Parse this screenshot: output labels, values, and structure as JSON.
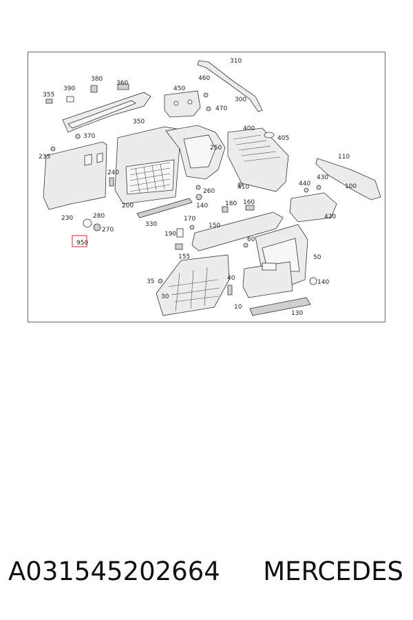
{
  "diagram": {
    "callouts": [
      "310",
      "380",
      "360",
      "390",
      "355",
      "450",
      "460",
      "300",
      "470",
      "350",
      "370",
      "400",
      "405",
      "235",
      "250",
      "110",
      "240",
      "440",
      "430",
      "100",
      "260",
      "410",
      "200",
      "140",
      "280",
      "180",
      "160",
      "230",
      "330",
      "170",
      "420",
      "270",
      "950",
      "190",
      "150",
      "60",
      "155",
      "50",
      "40",
      "35",
      "140",
      "30",
      "10",
      "130"
    ],
    "highlighted_callout": "950"
  },
  "footer": {
    "part_number": "A031545202664",
    "brand": "MERCEDES"
  }
}
